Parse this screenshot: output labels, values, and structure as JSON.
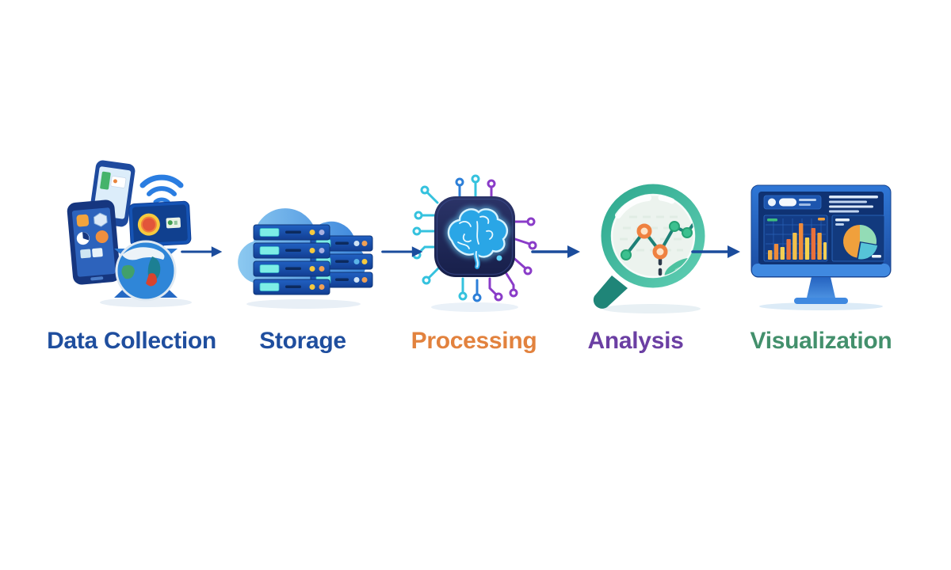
{
  "page": {
    "background_color": "#ffffff"
  },
  "diagram": {
    "name": "Data pipeline flow",
    "arrow_color": "#1b4c9c",
    "stages": [
      {
        "id": "data-collection",
        "label": "Data Collection",
        "label_color": "#1f4e9e",
        "icon": "devices-globe-icon"
      },
      {
        "id": "storage",
        "label": "Storage",
        "label_color": "#1f4e9e",
        "icon": "cloud-servers-icon"
      },
      {
        "id": "processing",
        "label": "Processing",
        "label_color": "#e2823e",
        "icon": "chip-brain-icon"
      },
      {
        "id": "analysis",
        "label": "Analysis",
        "label_color": "#6b3fa3",
        "icon": "magnifier-chart-icon"
      },
      {
        "id": "visualization",
        "label": "Visualization",
        "label_color": "#43906c",
        "icon": "dashboard-monitor-icon"
      }
    ]
  }
}
